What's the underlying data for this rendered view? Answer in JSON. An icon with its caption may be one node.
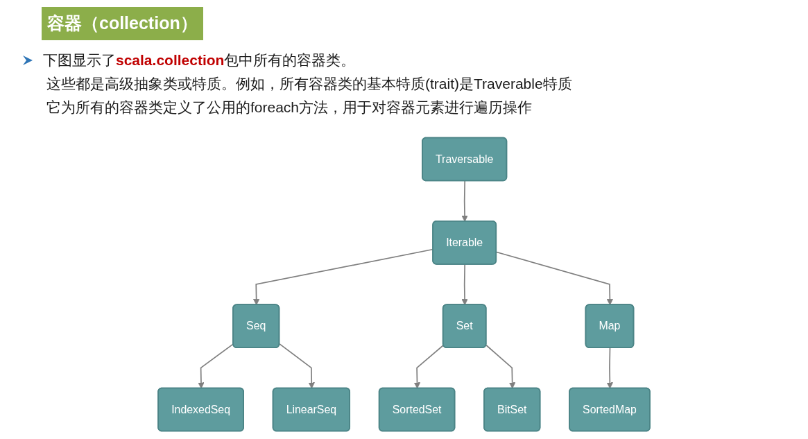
{
  "diagram": {
    "title": "容器（collection）",
    "nodes": [
      {
        "text": [
          "Traversable"
        ]
      },
      {
        "text": [
          "Iterable"
        ]
      },
      {
        "text": [
          "Seq"
        ]
      },
      {
        "text": [
          "Set"
        ]
      },
      {
        "text": [
          "Map"
        ]
      },
      {
        "text": [
          "IndexedSeq"
        ]
      },
      {
        "text": [
          "LinearSeq"
        ]
      },
      {
        "text": [
          "SortedSet"
        ]
      },
      {
        "text": [
          "BitSet"
        ]
      },
      {
        "text": [
          "SortedMap"
        ]
      }
    ],
    "edges": [
      {
        "from": 0,
        "to": 1,
        "arrow": "to"
      },
      {
        "from": 1,
        "to": 2,
        "arrow": "to"
      },
      {
        "from": 1,
        "to": 3,
        "arrow": "to"
      },
      {
        "from": 1,
        "to": 4,
        "arrow": "to"
      },
      {
        "from": 2,
        "to": 5,
        "arrow": "to"
      },
      {
        "from": 2,
        "to": 6,
        "arrow": "to"
      },
      {
        "from": 3,
        "to": 7,
        "arrow": "to"
      },
      {
        "from": 3,
        "to": 8,
        "arrow": "to"
      },
      {
        "from": 4,
        "to": 9,
        "arrow": "to"
      }
    ],
    "labels": [
      "下图显示了**scala.collection**包中所有的容器类。",
      "这些都是高级抽象类或特质。例如，所有容器类的基本特质(trait)是Traverable特质",
      "它为所有的容器类定义了公用的foreach方法，用于对容器元素进行遍历操作"
    ]
  }
}
